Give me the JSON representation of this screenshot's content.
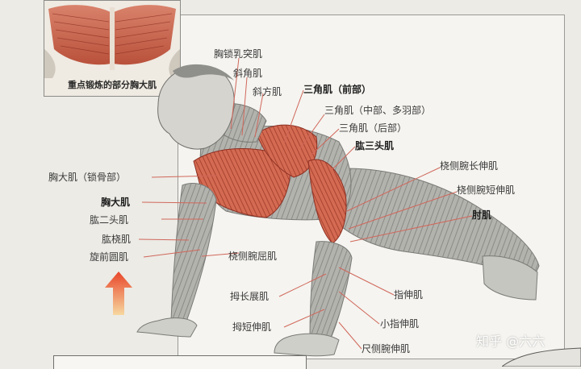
{
  "inset": {
    "caption": "重点锻炼的部分胸大肌"
  },
  "labels": {
    "sternocleidomastoid": "胸锁乳突肌",
    "scalenes": "斜角肌",
    "trapezius": "斜方肌",
    "deltoid_anterior": "三角肌（前部）",
    "deltoid_middle": "三角肌（中部、多羽部）",
    "deltoid_posterior": "三角肌（后部）",
    "triceps": "肱三头肌",
    "ext_carpi_radialis_longus": "桡侧腕长伸肌",
    "ext_carpi_radialis_brevis": "桡侧腕短伸肌",
    "anconeus": "肘肌",
    "pec_major_clavicular": "胸大肌（锁骨部）",
    "pec_major": "胸大肌",
    "biceps": "肱二头肌",
    "brachioradialis": "肱桡肌",
    "pronator_teres": "旋前圆肌",
    "flexor_carpi_radialis": "桡侧腕屈肌",
    "abductor_pollicis_longus": "拇长展肌",
    "extensor_pollicis_brevis": "拇短伸肌",
    "extensor_digitorum": "指伸肌",
    "extensor_digiti_minimi": "小指伸肌",
    "extensor_carpi_ulnaris": "尺侧腕伸肌"
  },
  "watermark": "知乎 @六六",
  "colors": {
    "muscle_highlight": "#c9553e",
    "muscle_grey": "#9c9c98",
    "leader_line": "#d0675a",
    "arrow_top": "#e8462a",
    "arrow_bottom": "#f7d8a0"
  },
  "icons": {
    "arrow": "up-arrow-icon"
  }
}
